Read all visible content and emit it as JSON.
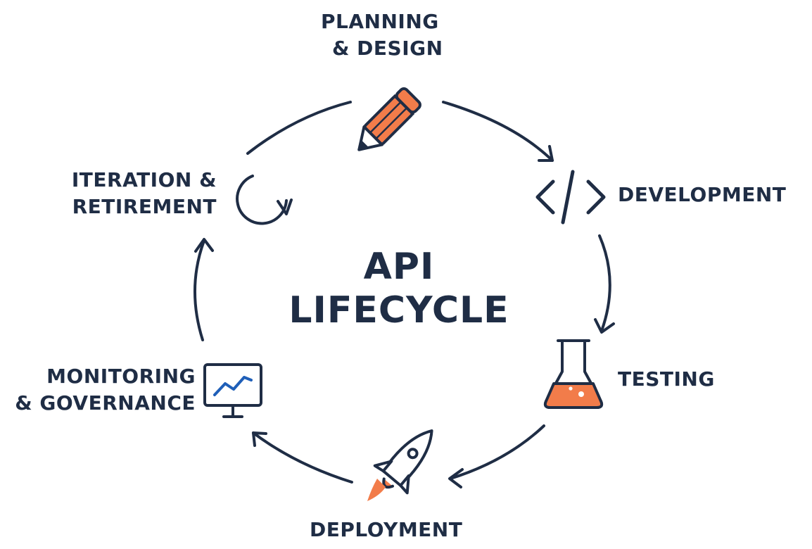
{
  "title": {
    "line1": "API",
    "line2": "LIFECYCLE"
  },
  "stages": [
    {
      "line1": "PLANNING",
      "line2": "& DESIGN",
      "icon": "pencil-icon"
    },
    {
      "line1": "DEVELOPMENT",
      "line2": "",
      "icon": "code-brackets-icon"
    },
    {
      "line1": "TESTING",
      "line2": "",
      "icon": "flask-icon"
    },
    {
      "line1": "DEPLOYMENT",
      "line2": "",
      "icon": "rocket-icon"
    },
    {
      "line1": "MONITORING",
      "line2": "& GOVERNANCE",
      "icon": "monitor-chart-icon"
    },
    {
      "line1": "ITERATION &",
      "line2": "RETIREMENT",
      "icon": "refresh-cycle-icon"
    }
  ],
  "colors": {
    "ink": "#1f2d45",
    "accent": "#f27c4a"
  }
}
